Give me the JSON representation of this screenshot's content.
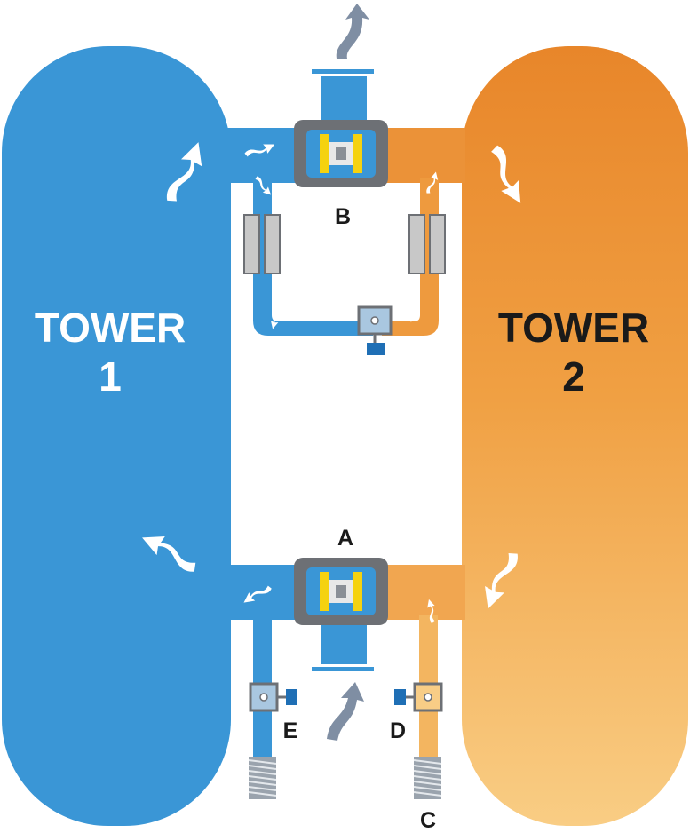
{
  "towers": {
    "left": {
      "word": "TOWER",
      "number": "1"
    },
    "right": {
      "word": "TOWER",
      "number": "2"
    }
  },
  "valve_labels": {
    "a": "A",
    "b": "B",
    "c": "C",
    "d": "D",
    "e": "E"
  },
  "colors": {
    "tower1": "#3a96d6",
    "tower2_top": "#e8862a",
    "tower2_bottom": "#f7c77a",
    "valve_body": "#6d7075",
    "filter": "#c8c8c8",
    "core_yellow": "#f5d20f",
    "exhaust_arrow": "#7f8ea3",
    "flow_arrow": "#ffffff",
    "tower1_label": "#ffffff",
    "tower2_label": "#1a1a1a"
  }
}
